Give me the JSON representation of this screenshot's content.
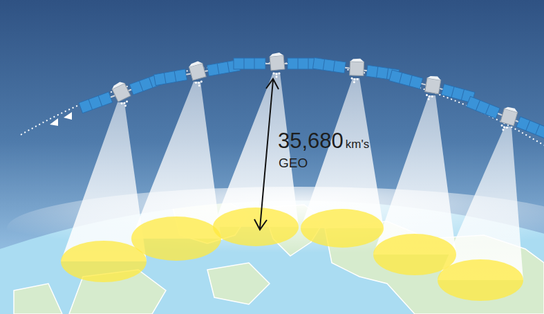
{
  "diagram": {
    "labels": [
      "35,680",
      "km's",
      "GEO"
    ]
  }
}
